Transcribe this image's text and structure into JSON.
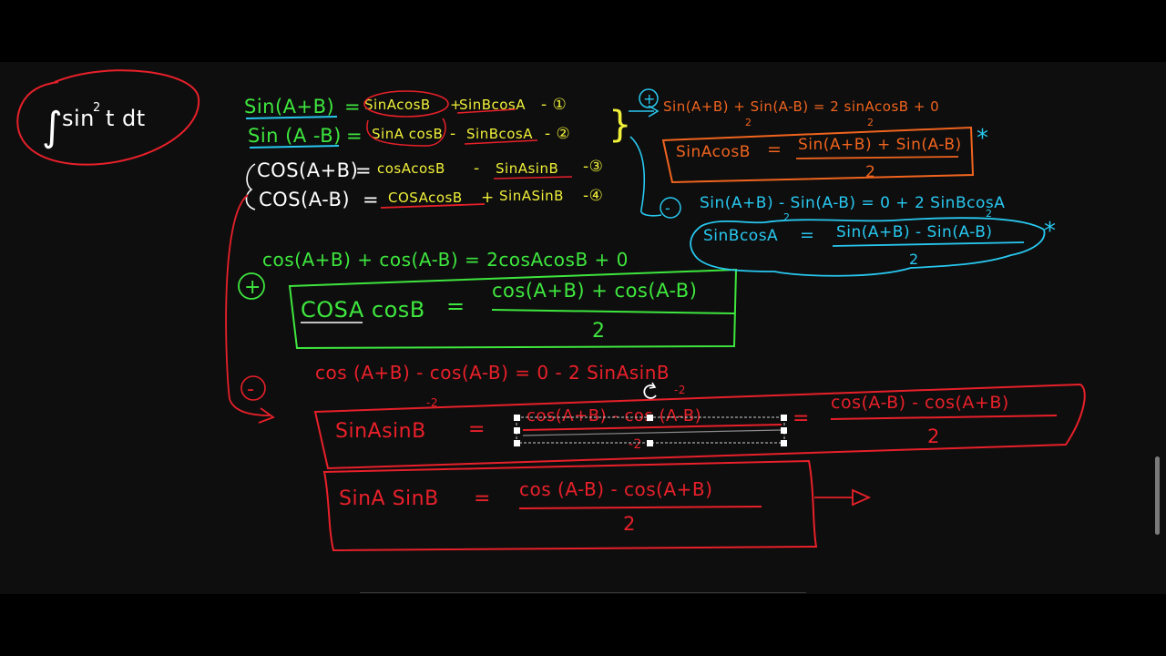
{
  "colors": {
    "background": "#0e0e0e",
    "green": "#3ee63e",
    "yellow": "#f0f03a",
    "red": "#e8202a",
    "orange": "#f0641e",
    "cyan": "#28c8f0",
    "white": "#ffffff"
  },
  "integral": {
    "symbol": "∫",
    "body": "sin",
    "power": "2",
    "tail": "t  dt"
  },
  "sin_identities": {
    "brace": "}",
    "l1_lhs": "Sin(A+B)",
    "l1_eq": "=",
    "l1_t1": "SinAcosB",
    "l1_op": "+",
    "l1_t2": "SinBcosA",
    "l1_tag": "- ①",
    "l2_lhs": "Sin (A -B)",
    "l2_eq": "=",
    "l2_t1": "SinA cosB",
    "l2_op": "-",
    "l2_t2": "SinBcosA",
    "l2_tag": "- ②"
  },
  "cos_identities": {
    "l3_lhs": "COS(A+B)",
    "l3_eq": "=",
    "l3_t1": "cosAcosB",
    "l3_op": "-",
    "l3_t2": "SinAsinB",
    "l3_tag": "-③",
    "l4_lhs": "COS(A-B)",
    "l4_eq": "=",
    "l4_t1": "COSAcosB",
    "l4_op": "+",
    "l4_t2": "SinASinB",
    "l4_tag": "-④"
  },
  "cos_sum": {
    "plus_sign": "+",
    "line": "cos(A+B) + cos(A-B) = 2cosAcosB + 0",
    "box_lhs": "COSA cosB",
    "box_eq": "=",
    "box_num": "cos(A+B) + cos(A-B)",
    "box_den": "2"
  },
  "cos_diff": {
    "minus_sign": "-",
    "line": "cos (A+B) - cos(A-B) = 0 - 2 SinAsinB",
    "under_left": "-2",
    "under_right": "-2",
    "box_lhs": "SinAsinB",
    "box_eq": "=",
    "sel_num": "cos(A+B) - cos (A-B)",
    "sel_den": "-2",
    "box_eq2": "=",
    "box_num2": "cos(A-B) - cos(A+B)",
    "box_den2": "2"
  },
  "final_box": {
    "lhs": "SinA SinB",
    "eq": "=",
    "num": "cos (A-B) - cos(A+B)",
    "den": "2"
  },
  "sin_sum": {
    "plus_sign": "+",
    "line": "Sin(A+B) + Sin(A-B) = 2 sinAcosB + 0",
    "under_left": "2",
    "under_right": "2",
    "box_lhs": "SinAcosB",
    "box_eq": "=",
    "box_num": "Sin(A+B) + Sin(A-B)",
    "box_den": "2",
    "star": "*"
  },
  "sin_diff": {
    "minus_sign": "-",
    "line": "Sin(A+B) - Sin(A-B) = 0 + 2 SinBcosA",
    "under_left": "2",
    "under_right": "2",
    "cloud_lhs": "SinBcosA",
    "cloud_eq": "=",
    "cloud_num": "Sin(A+B) - Sin(A-B)",
    "cloud_den": "2",
    "star": "*"
  },
  "scrollbar": {
    "position": 0.87
  }
}
